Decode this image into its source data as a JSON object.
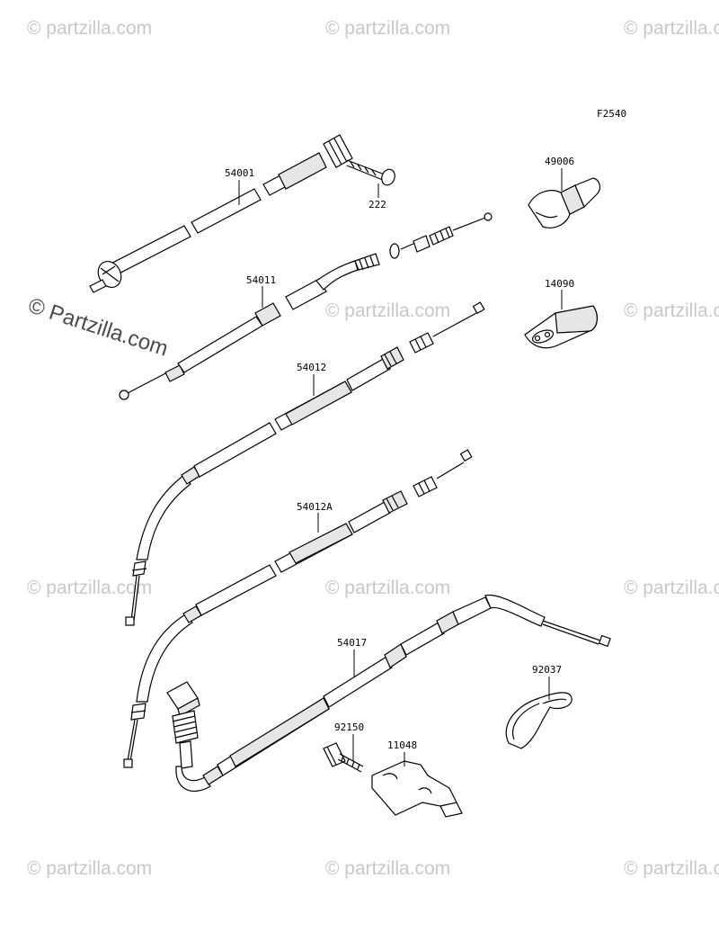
{
  "diagram_code": "F2540",
  "watermark": {
    "text": "© partzilla.com",
    "primary_text": "© Partzilla.com"
  },
  "parts": [
    {
      "number": "54001",
      "name": "speedometer-cable"
    },
    {
      "number": "222",
      "name": "screw"
    },
    {
      "number": "49006",
      "name": "boot"
    },
    {
      "number": "54011",
      "name": "clutch-cable"
    },
    {
      "number": "14090",
      "name": "cap"
    },
    {
      "number": "54012",
      "name": "throttle-cable-opening"
    },
    {
      "number": "54012A",
      "name": "throttle-cable-closing"
    },
    {
      "number": "54017",
      "name": "choke-cable"
    },
    {
      "number": "92037",
      "name": "clamp"
    },
    {
      "number": "92150",
      "name": "bolt"
    },
    {
      "number": "11048",
      "name": "bracket"
    }
  ],
  "colors": {
    "line": "#000000",
    "watermark": "#c8c8c8",
    "watermark_primary": "#4a4a4a",
    "background": "#ffffff"
  }
}
